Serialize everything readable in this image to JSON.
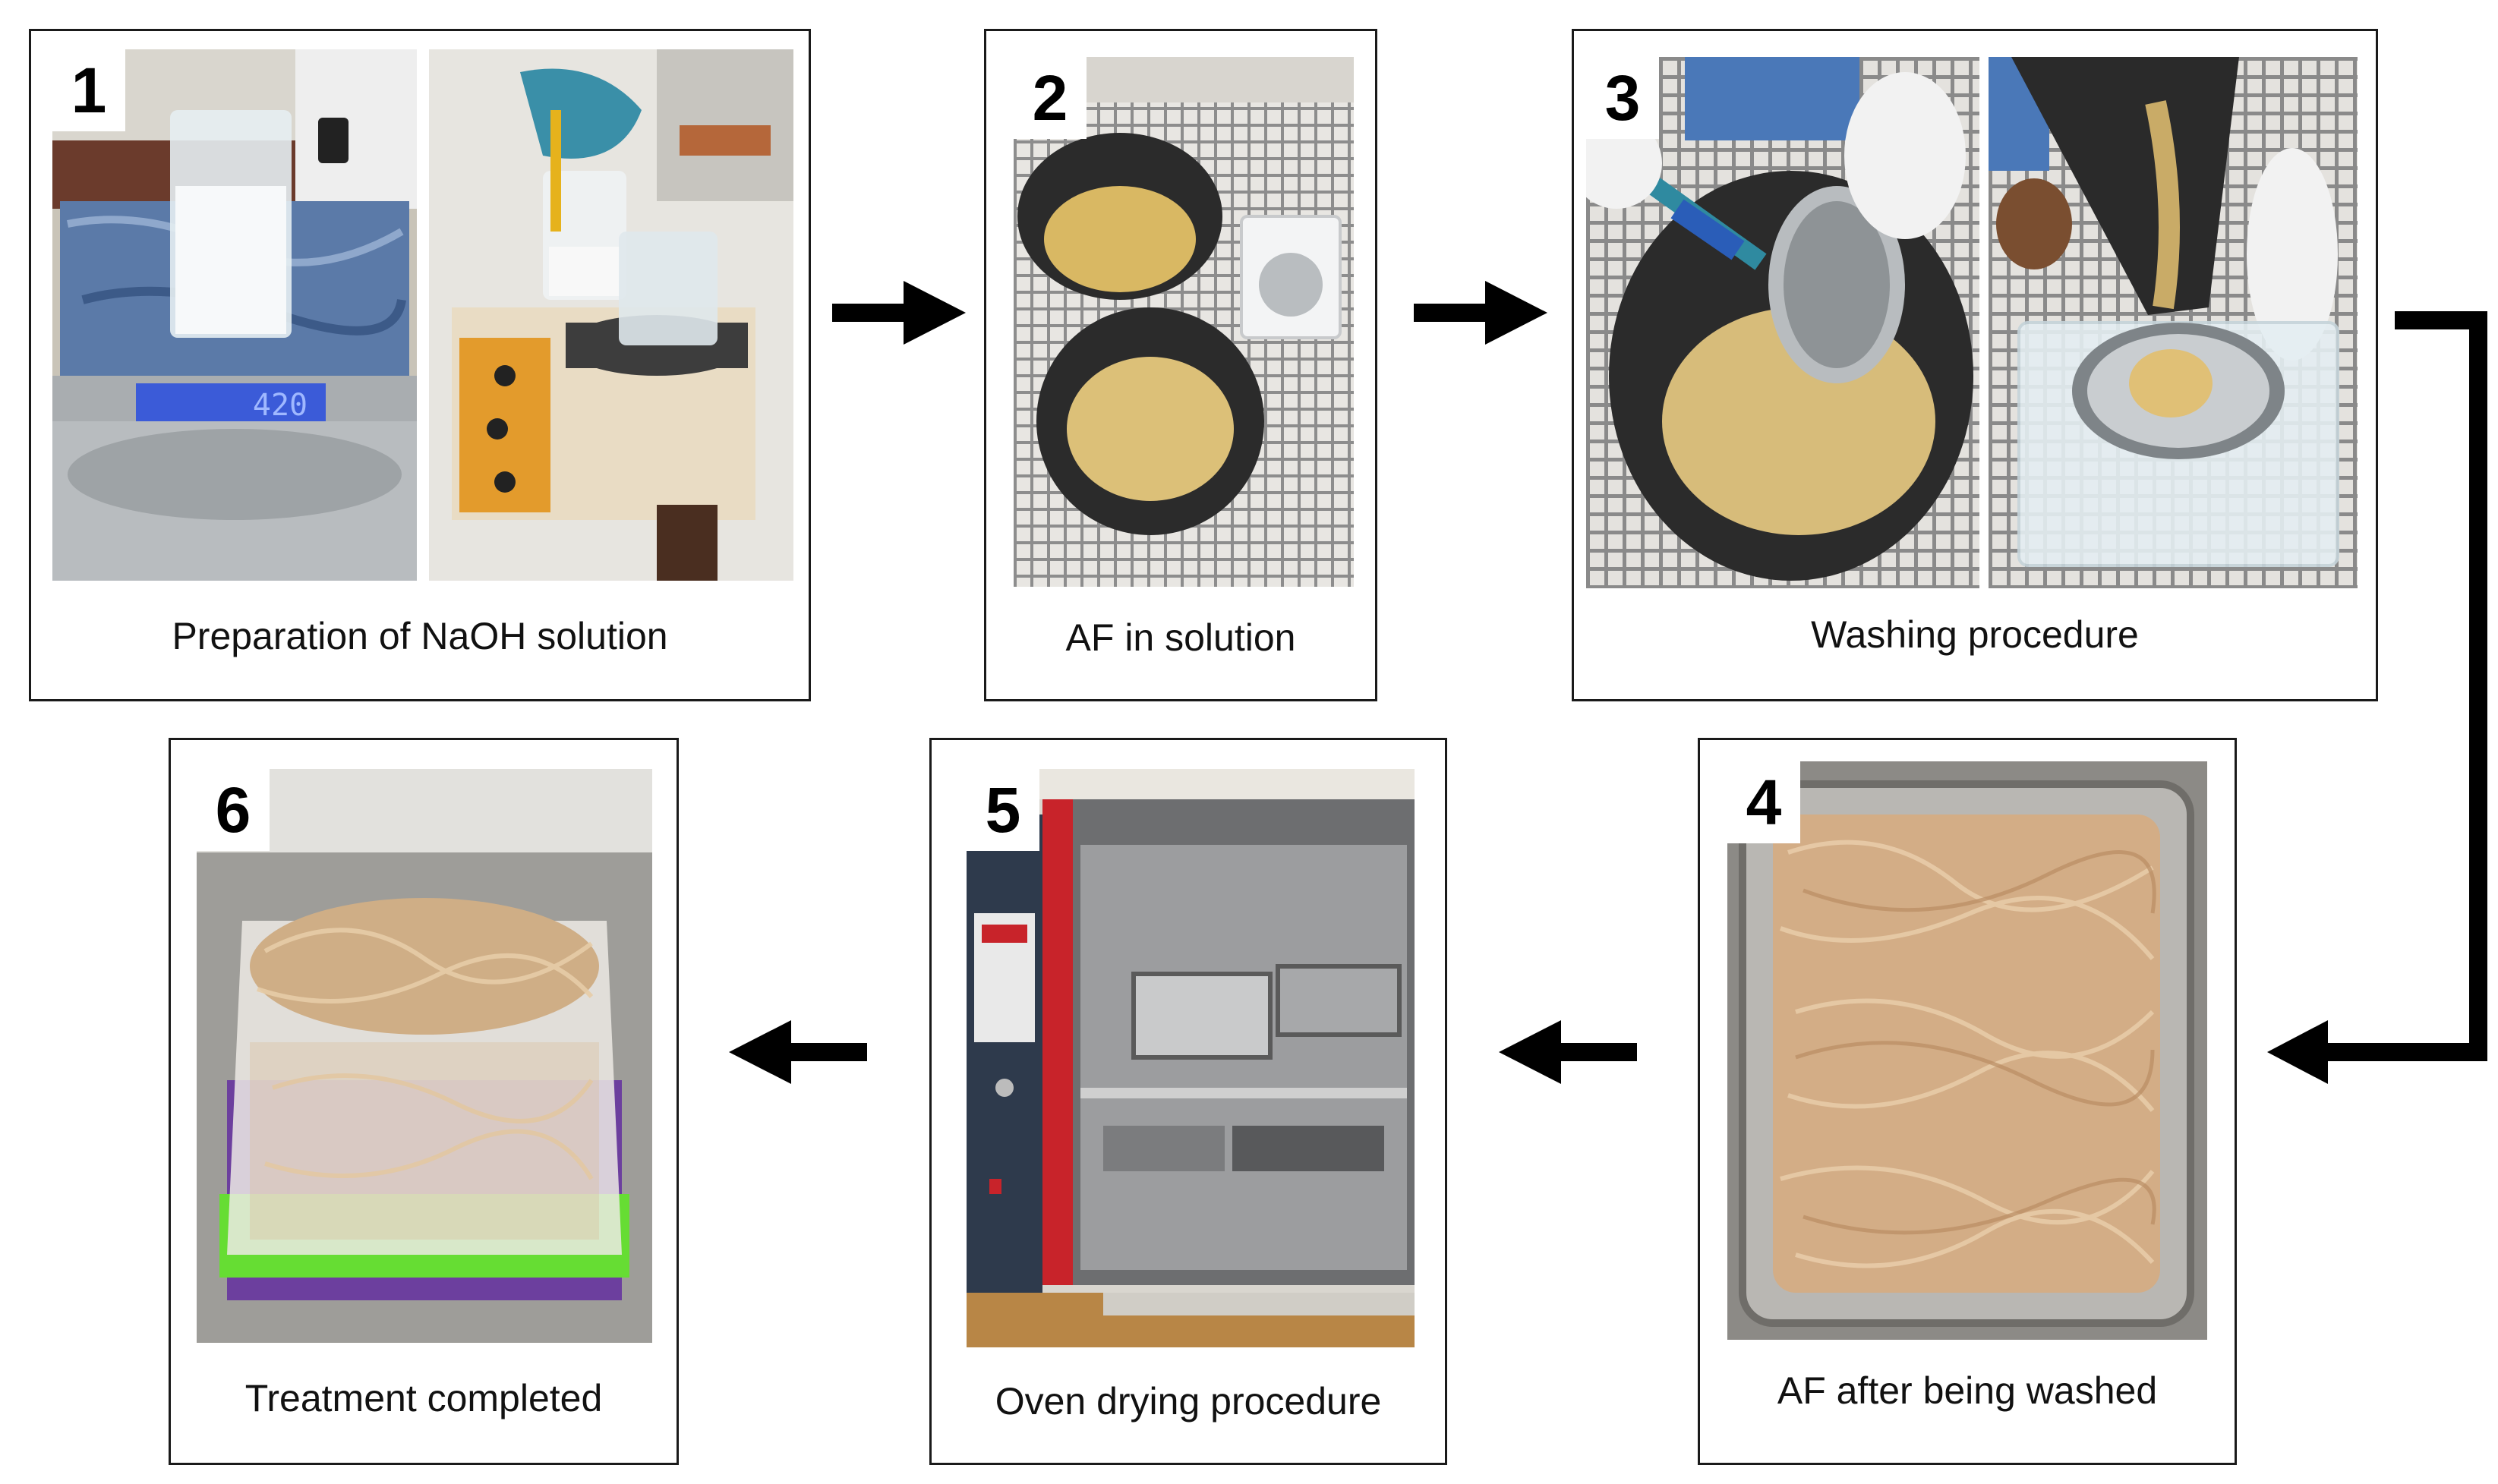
{
  "steps": [
    {
      "number": "1",
      "caption": "Preparation of NaOH solution"
    },
    {
      "number": "2",
      "caption": "AF in solution"
    },
    {
      "number": "3",
      "caption": "Washing procedure"
    },
    {
      "number": "4",
      "caption": "AF after being washed"
    },
    {
      "number": "5",
      "caption": "Oven drying procedure"
    },
    {
      "number": "6",
      "caption": "Treatment completed"
    }
  ],
  "scale_display": "420",
  "colors": {
    "border": "#1a1a1a",
    "arrow": "#000000",
    "fiber": "#d8b48a",
    "grid": "#8d8d8d",
    "bucket": "#2b2b2b",
    "scale_screen": "#3b5bd8",
    "box_green": "#66dd33",
    "oven_red": "#c8232a"
  }
}
